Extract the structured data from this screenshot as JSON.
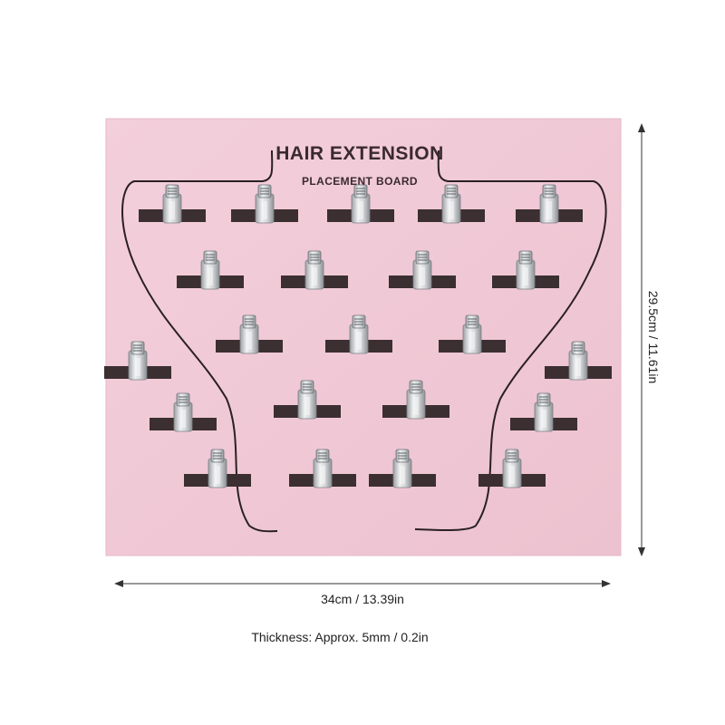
{
  "product": {
    "board_color": "#f0c8d4",
    "board_title": "HAIR EXTENSION",
    "board_subtitle": "PLACEMENT BOARD",
    "clip_count": 22,
    "clip_rows": [
      5,
      4,
      5,
      4,
      4
    ],
    "outline_color": "#2a2023",
    "strip_color": "#3b2f31",
    "clip_color": "#c9cbcd"
  },
  "dimensions": {
    "width_label": "34cm / 13.39in",
    "height_label": "29.5cm / 11.61in",
    "thickness_label": "Thickness: Approx. 5mm / 0.2in"
  },
  "icons": {
    "width_arrow": "double-arrow-horizontal-icon",
    "height_arrow": "double-arrow-vertical-icon",
    "clip": "metal-clip-icon"
  }
}
